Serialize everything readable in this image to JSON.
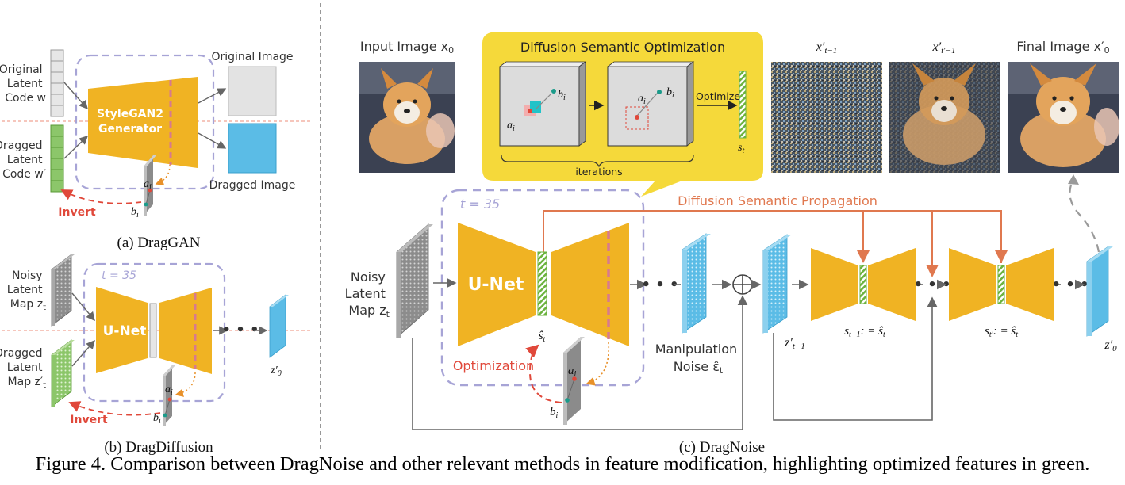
{
  "panel_a": {
    "caption": "(a) DragGAN",
    "original_latent": [
      "Original",
      "Latent",
      "Code w"
    ],
    "dragged_latent": [
      "Dragged",
      "Latent",
      "Code w′"
    ],
    "generator": [
      "StyleGAN2",
      "Generator"
    ],
    "original_image": "Original Image",
    "dragged_image": "Dragged Image",
    "invert": "Invert",
    "a_i": "a",
    "b_i": "b",
    "sub_i": "i"
  },
  "panel_b": {
    "caption": "(b) DragDiffusion",
    "noisy": [
      "Noisy",
      "Latent",
      "Map z"
    ],
    "dragged": [
      "Dragged",
      "Latent",
      "Map z′"
    ],
    "sub_t": "t",
    "t_label": "t = 35",
    "unet": "U-Net",
    "z0": "z′",
    "z0_sub": "0",
    "invert": "Invert",
    "a_i": "a",
    "b_i": "b",
    "sub_i": "i"
  },
  "panel_c": {
    "caption": "(c) DragNoise",
    "input_image": "Input Image x",
    "input_sub": "0",
    "dso_title": "Diffusion Semantic Optimization",
    "iterations": "iterations",
    "optimize": "Optimize",
    "s_t": "s",
    "s_t_sub": "t",
    "x_t1": "x′",
    "x_t1_sub": "t−1",
    "x_t2": "x′",
    "x_t2_sub": "t′−1",
    "final_image": "Final Image x′",
    "final_sub": "0",
    "t_label": "t = 35",
    "propagation": "Diffusion Semantic Propagation",
    "noisy": [
      "Noisy",
      "Latent",
      "Map z"
    ],
    "noisy_sub": "t",
    "unet": "U-Net",
    "optimization": "Optimization",
    "s_hat": "ŝ",
    "s_hat_sub": "t",
    "manip": [
      "Manipulation",
      "Noise ε̂"
    ],
    "manip_sub": "t",
    "z_t1": "z′",
    "z_t1_sub": "t−1",
    "s_eq1": "s",
    "s_eq1_sub": "t−1",
    "s_eq1_rhs": ": = ŝ",
    "s_eq2": "s",
    "s_eq2_sub": "t′",
    "s_eq2_rhs": ": = ŝ",
    "eq_rhs_sub": "t",
    "z_0": "z′",
    "z_0_sub": "0",
    "a_i": "a",
    "b_i": "b",
    "sub_i": "i"
  },
  "caption": "Figure 4. Comparison between DragNoise and other relevant methods in feature modification, highlighting optimized features in green.",
  "colors": {
    "generator": "#f0b323",
    "invert": "#e0483a",
    "propagation": "#e0784f",
    "dashed_box": "#a7a4d6",
    "green": "#6cb33f",
    "cyan_block": "#5bbce6",
    "yellow_panel": "#f5d93a",
    "gray_block": "#9a9a9a"
  }
}
